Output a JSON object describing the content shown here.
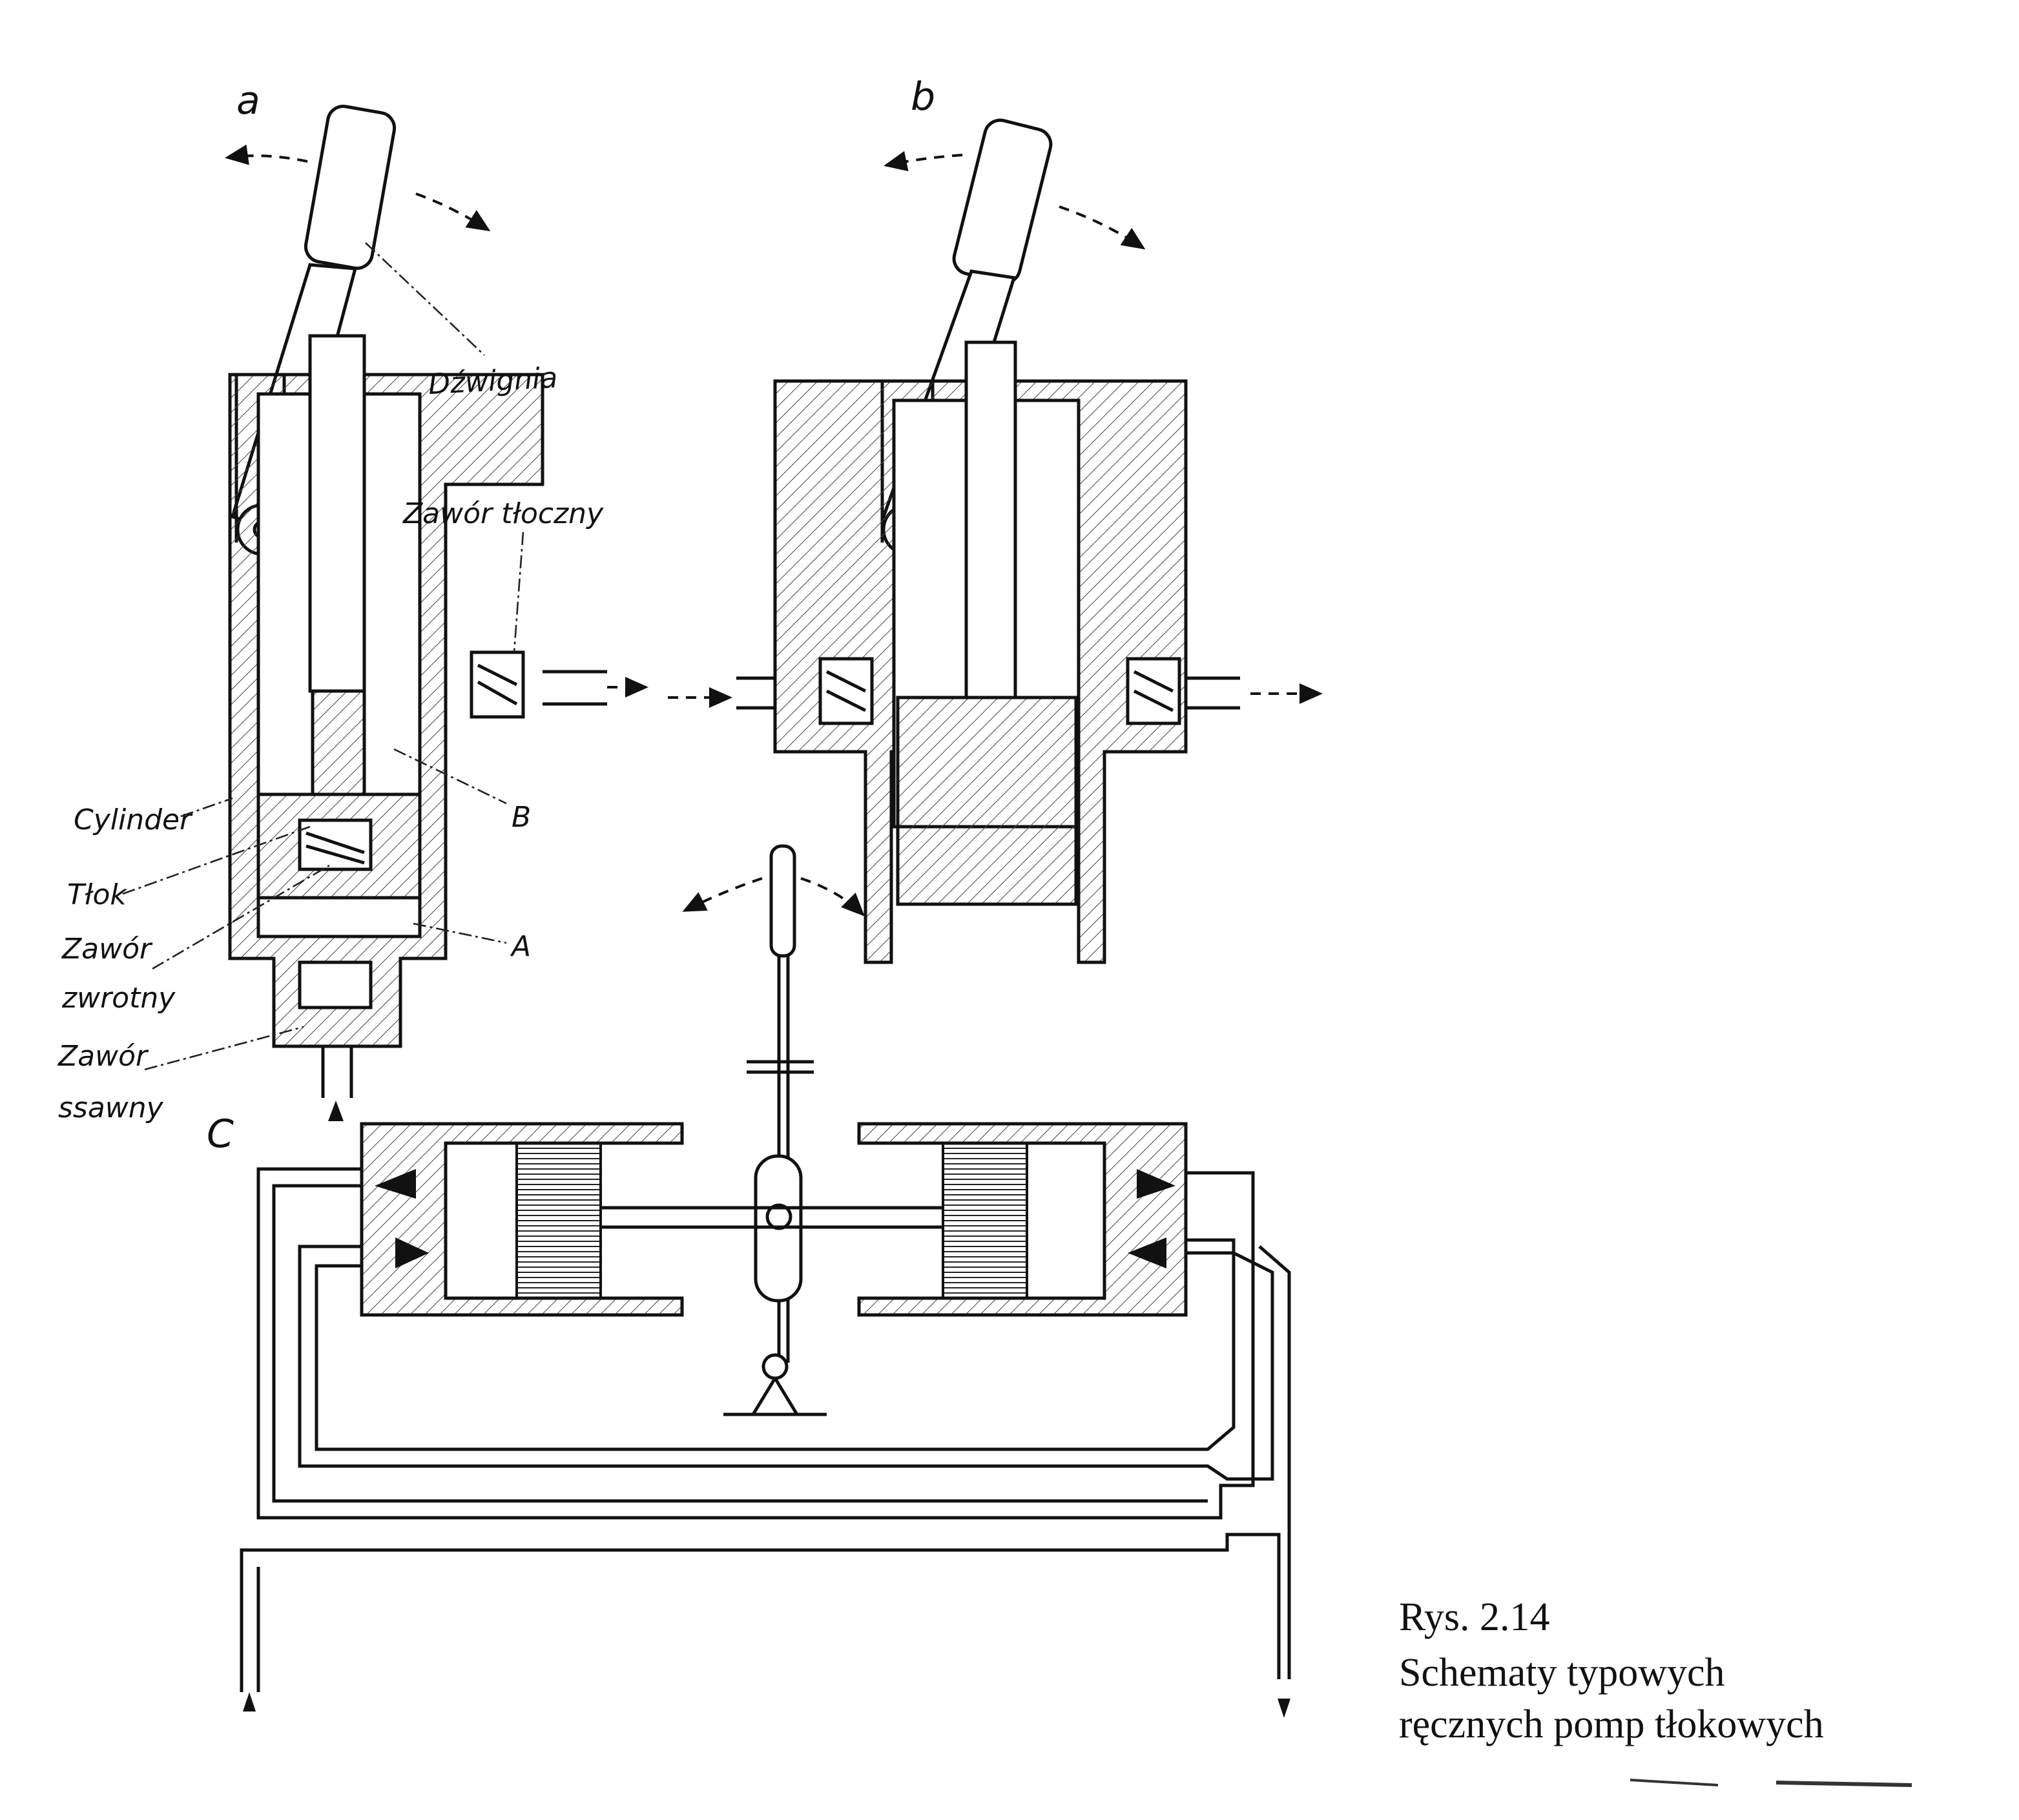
{
  "figure": {
    "panel_labels": {
      "a": "a",
      "b": "b",
      "c": "C"
    },
    "part_labels": {
      "lever": "Dźwignia",
      "discharge_valve": "Zawór tłoczny",
      "cylinder": "Cylinder",
      "piston": "Tłok",
      "check_valve_line1": "Zawór",
      "check_valve_line2": "zwrotny",
      "suction_valve_line1": "Zawór",
      "suction_valve_line2": "ssawny",
      "chamber_b": "B",
      "chamber_a": "A"
    },
    "caption": {
      "number": "Rys. 2.14",
      "line1": "Schematy typowych",
      "line2": "ręcznych pomp tłokowych"
    }
  }
}
